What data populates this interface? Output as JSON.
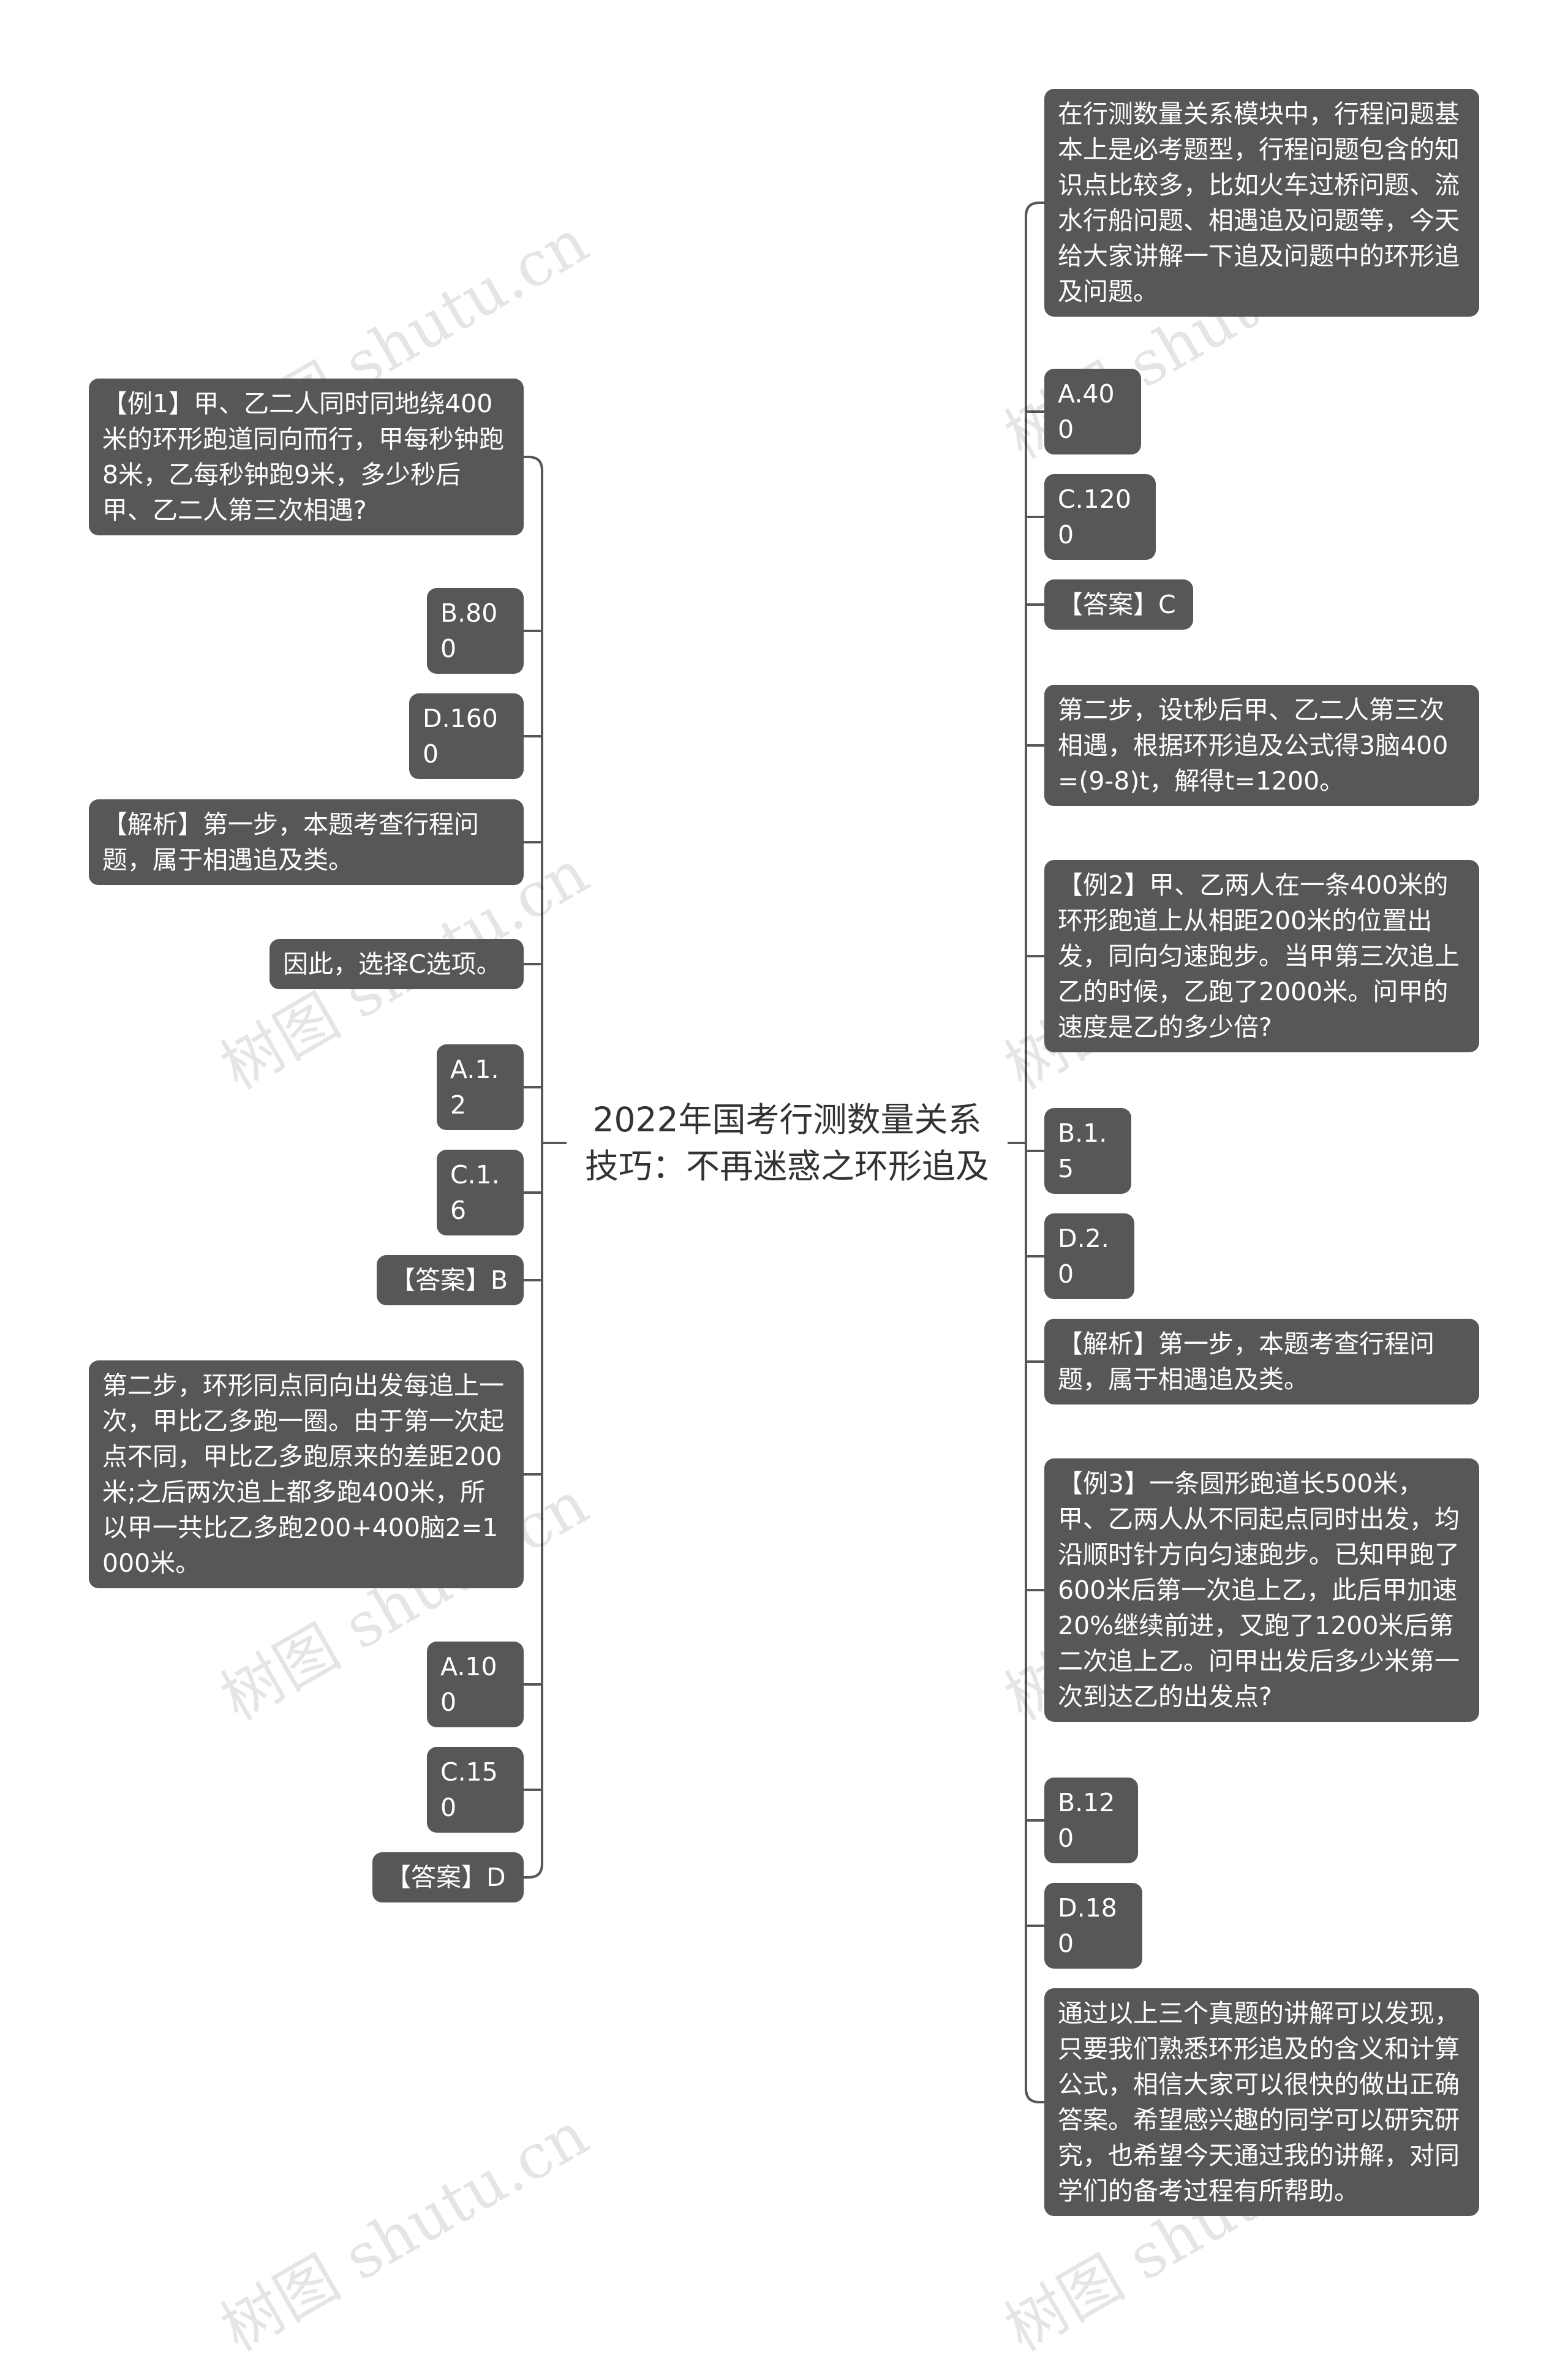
{
  "watermark": "树图 shutu.cn",
  "colors": {
    "node_bg": "#575757",
    "node_text": "#ffffff",
    "line": "#575757",
    "root_text": "#333333"
  },
  "root": {
    "title": "2022年国考行测数量关系技巧：不再迷惑之环形追及"
  },
  "left": [
    "【例1】甲、乙二人同时同地绕400米的环形跑道同向而行，甲每秒钟跑8米，乙每秒钟跑9米，多少秒后甲、乙二人第三次相遇?",
    "B.800",
    "D.1600",
    "【解析】第一步，本题考查行程问题，属于相遇追及类。",
    "因此，选择C选项。",
    "A.1.2",
    "C.1.6",
    "【答案】B",
    "第二步，环形同点同向出发每追上一次，甲比乙多跑一圈。由于第一次起点不同，甲比乙多跑原来的差距200米;之后两次追上都多跑400米，所以甲一共比乙多跑200+400脑2=1000米。",
    "A.100",
    "C.150",
    "【答案】D"
  ],
  "right": [
    "在行测数量关系模块中，行程问题基本上是必考题型，行程问题包含的知识点比较多，比如火车过桥问题、流水行船问题、相遇追及问题等，今天给大家讲解一下追及问题中的环形追及问题。",
    "A.400",
    "C.1200",
    "【答案】C",
    "第二步，设t秒后甲、乙二人第三次相遇，根据环形追及公式得3脑400=(9-8)t，解得t=1200。",
    "【例2】甲、乙两人在一条400米的环形跑道上从相距200米的位置出发，同向匀速跑步。当甲第三次追上乙的时候，乙跑了2000米。问甲的速度是乙的多少倍?",
    "B.1.5",
    "D.2.0",
    "【解析】第一步，本题考查行程问题，属于相遇追及类。",
    "【例3】一条圆形跑道长500米，甲、乙两人从不同起点同时出发，均沿顺时针方向匀速跑步。已知甲跑了600米后第一次追上乙，此后甲加速20%继续前进，又跑了1200米后第二次追上乙。问甲出发后多少米第一次到达乙的出发点?",
    "B.120",
    "D.180",
    "通过以上三个真题的讲解可以发现，只要我们熟悉环形追及的含义和计算公式，相信大家可以很快的做出正确答案。希望感兴趣的同学可以研究研究，也希望今天通过我的讲解，对同学们的备考过程有所帮助。"
  ]
}
